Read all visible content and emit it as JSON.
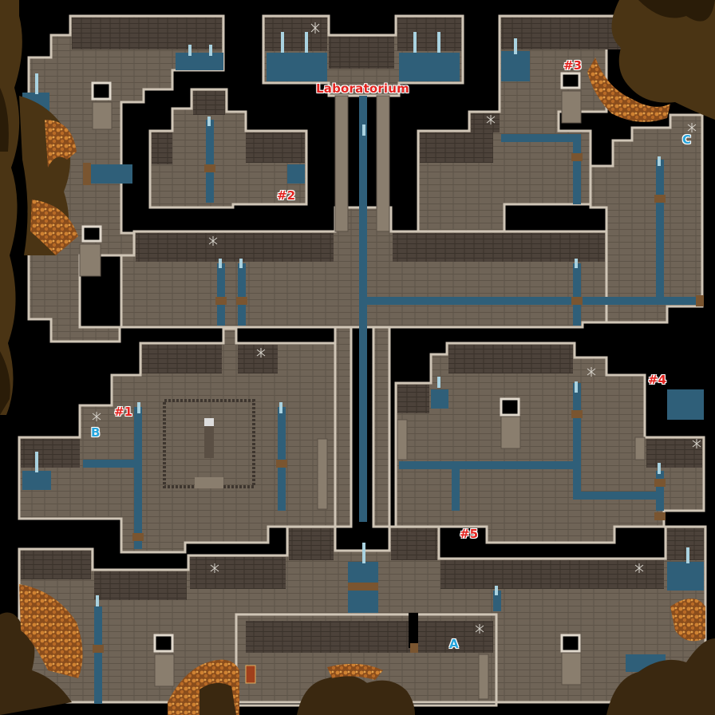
{
  "map": {
    "title": "Laboratorium",
    "markers": [
      {
        "id": "marker-1",
        "label": "#1",
        "color": "#e2231f"
      },
      {
        "id": "marker-2",
        "label": "#2",
        "color": "#e2231f"
      },
      {
        "id": "marker-3",
        "label": "#3",
        "color": "#e2231f"
      },
      {
        "id": "marker-4",
        "label": "#4",
        "color": "#e2231f"
      },
      {
        "id": "marker-5",
        "label": "#5",
        "color": "#e2231f"
      },
      {
        "id": "marker-a",
        "label": "A",
        "color": "#27a5dc"
      },
      {
        "id": "marker-b",
        "label": "B",
        "color": "#27a5dc"
      },
      {
        "id": "marker-c",
        "label": "C",
        "color": "#27a5dc"
      }
    ],
    "colors": {
      "void": "#000000",
      "floor": "#6e6355",
      "wall": "#4a4038",
      "water": "#2f5f79",
      "border": "#c8beb0",
      "earth": "#4a3414",
      "leaves": "#c8782c"
    }
  }
}
